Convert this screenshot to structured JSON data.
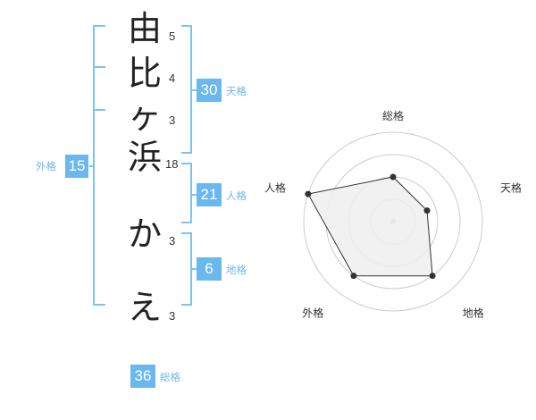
{
  "name": {
    "chars": [
      "由",
      "比",
      "ヶ",
      "浜",
      "か",
      "え"
    ],
    "strokes": [
      "5",
      "4",
      "3",
      "18",
      "3",
      "3"
    ]
  },
  "kakusu": {
    "tenkaku": {
      "value": "30",
      "label": "天格"
    },
    "jinkaku": {
      "value": "21",
      "label": "人格"
    },
    "chikaku": {
      "value": "6",
      "label": "地格"
    },
    "gaikaku": {
      "value": "15",
      "label": "外格"
    },
    "soukaku": {
      "value": "36",
      "label": "総格"
    }
  },
  "chart_data": {
    "type": "radar",
    "axes": [
      "総格",
      "天格",
      "地格",
      "外格",
      "人格"
    ],
    "levels": 4,
    "values": [
      0.5,
      0.4,
      0.75,
      0.75,
      1.0
    ],
    "colors": {
      "fill": "#eeeeee",
      "line": "#333333",
      "grid": "#cccccc",
      "center": "#bbbbbb"
    }
  },
  "colors": {
    "accent": "#6bb8ee",
    "bracket": "#7cc3f2"
  }
}
